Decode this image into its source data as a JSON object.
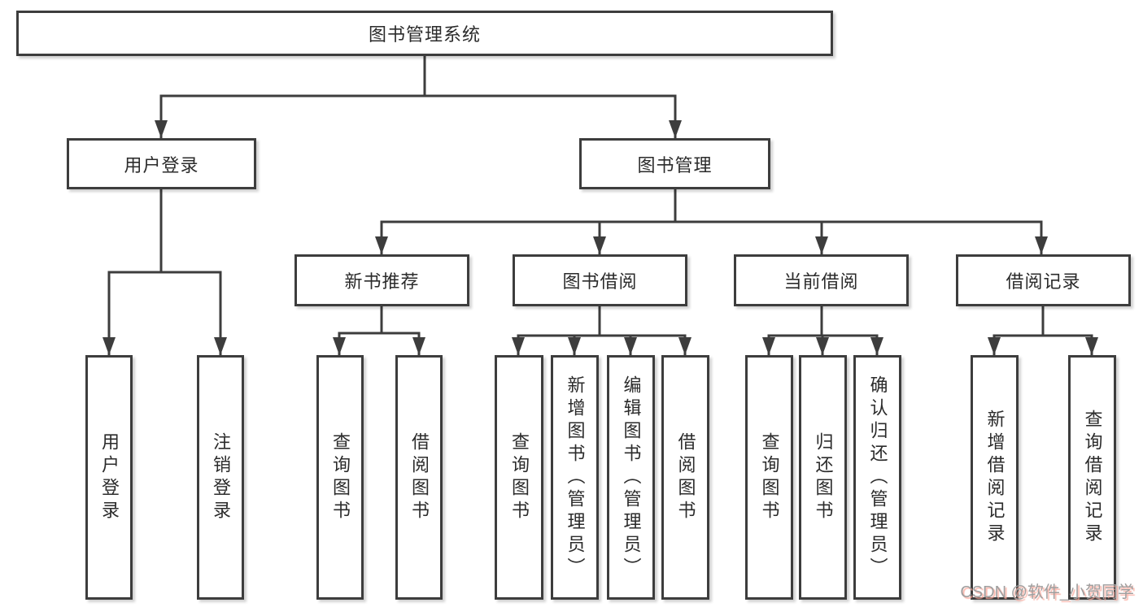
{
  "nodes": {
    "root": "图书管理系统",
    "user_login": "用户登录",
    "book_mgmt": "图书管理",
    "new_books": "新书推荐",
    "book_borrow": "图书借阅",
    "current_borrow": "当前借阅",
    "borrow_records": "借阅记录",
    "leaf_user_login": "用户登录",
    "leaf_logout": "注销登录",
    "leaf_nb_query": "查询图书",
    "leaf_nb_borrow": "借阅图书",
    "leaf_bb_query": "查询图书",
    "leaf_bb_add": "新增图书（管理员）",
    "leaf_bb_edit": "编辑图书（管理员）",
    "leaf_bb_borrow": "借阅图书",
    "leaf_cb_query": "查询图书",
    "leaf_cb_return": "归还图书",
    "leaf_cb_confirm": "确认归还（管理员）",
    "leaf_br_add": "新增借阅记录",
    "leaf_br_query": "查询借阅记录"
  },
  "watermark": "CSDN @软件_小贺同学",
  "colors": {
    "line": "#3d3d3d",
    "text": "#2b2b2b",
    "background": "#ffffff",
    "watermark": "#9f9f9f"
  }
}
